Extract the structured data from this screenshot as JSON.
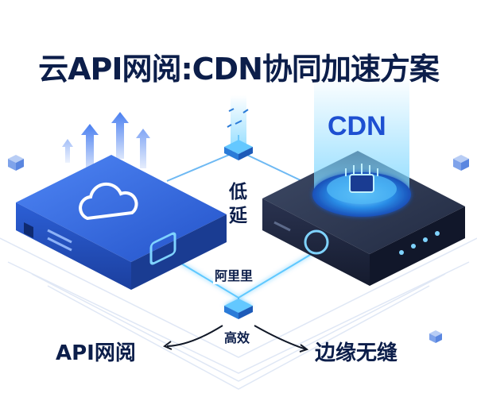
{
  "title": "云API网阅:CDN协同加速方案",
  "labels": {
    "cdn": "CDN",
    "low": "低",
    "latency": "延",
    "aliyun": "阿里里",
    "efficient": "高效",
    "api_gateway": "API网阅",
    "seamless": "边缘无缝"
  },
  "icons": [
    "cloud-icon",
    "cdn-chip-icon",
    "upload-arrow-icon",
    "signal-chip-icon"
  ],
  "colors": {
    "title": "#0c1e4a",
    "accent_blue": "#2f6be6",
    "dark_box": "#2b3550",
    "glow": "#5fc8ff"
  }
}
